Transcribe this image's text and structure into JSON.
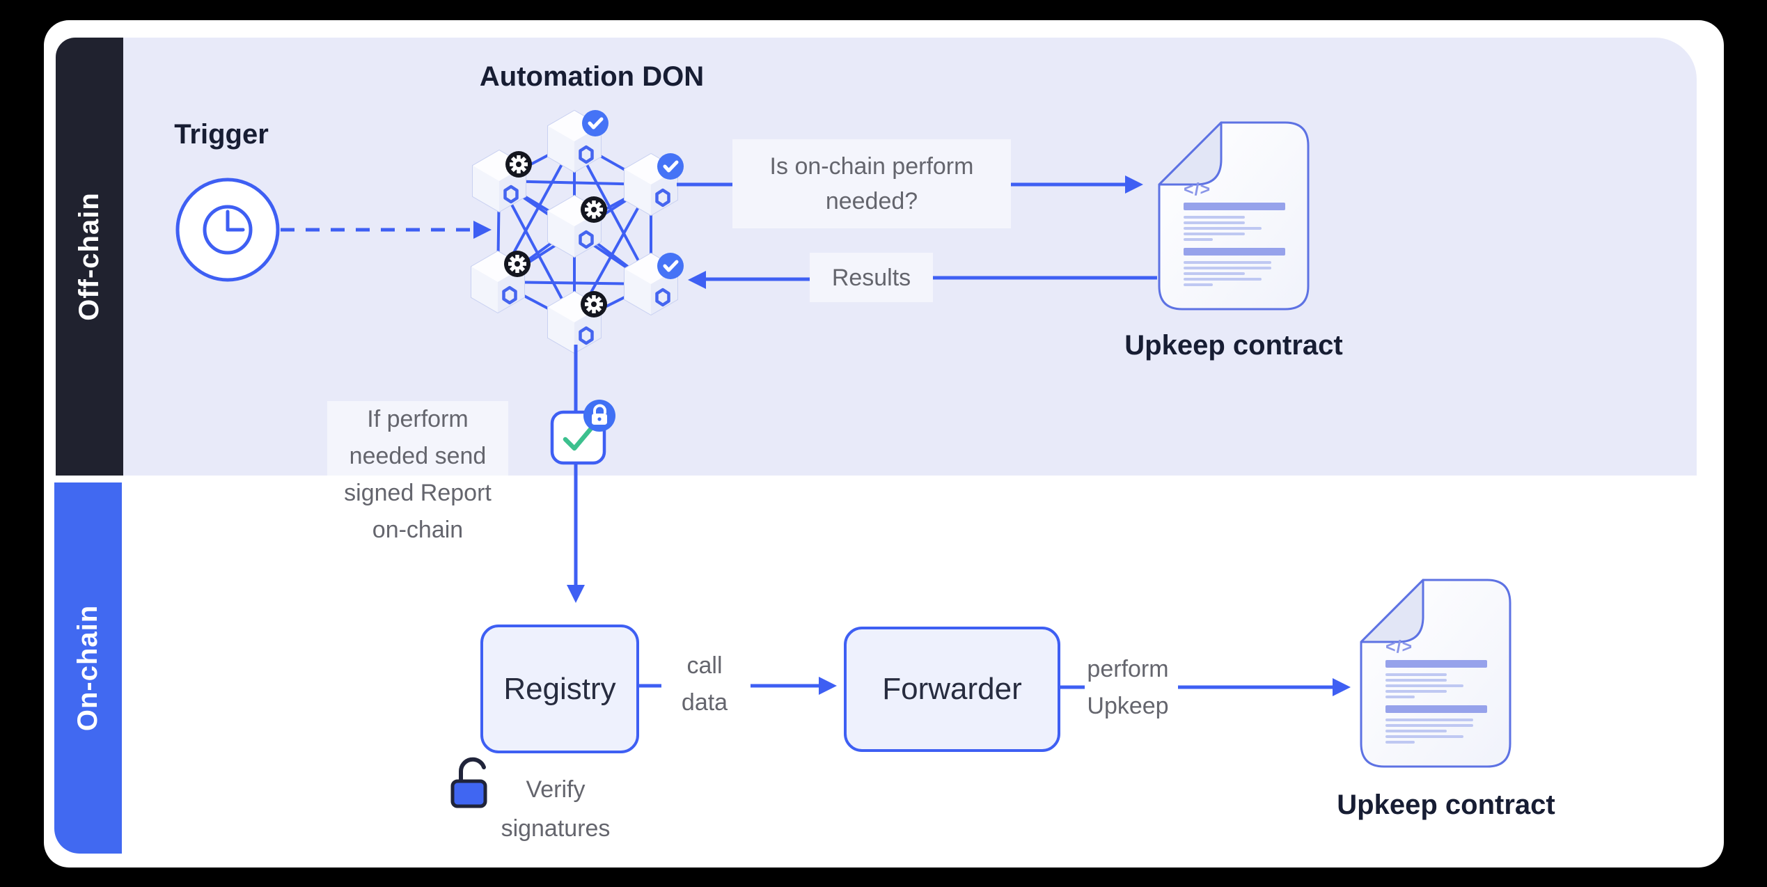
{
  "sidebar": {
    "offchain_label": "Off-chain",
    "onchain_label": "On-chain"
  },
  "trigger": {
    "label": "Trigger"
  },
  "don": {
    "title": "Automation DON"
  },
  "annotations": {
    "question": "Is on-chain perform needed?",
    "results": "Results",
    "report": "If perform needed send signed Report on-chain",
    "call_data": "call data",
    "perform_upkeep": "perform Upkeep",
    "verify_signatures": "Verify signatures"
  },
  "nodes": {
    "registry": "Registry",
    "forwarder": "Forwarder"
  },
  "contracts": {
    "top_label": "Upkeep contract",
    "bottom_label": "Upkeep contract"
  },
  "docs": {
    "code_glyph": "</>"
  },
  "colors": {
    "accent_blue": "#3E5FF3",
    "sidebar_dark": "#20222F",
    "sidebar_blue": "#4169F1",
    "badge_blue": "#4573F6",
    "badge_dark": "#14161F",
    "check_green": "#3CC08E",
    "offchain_bg": "#E8EAF9",
    "box_fill": "#EEF1FD",
    "text_dark": "#171D33",
    "text_gray": "#64656D"
  }
}
